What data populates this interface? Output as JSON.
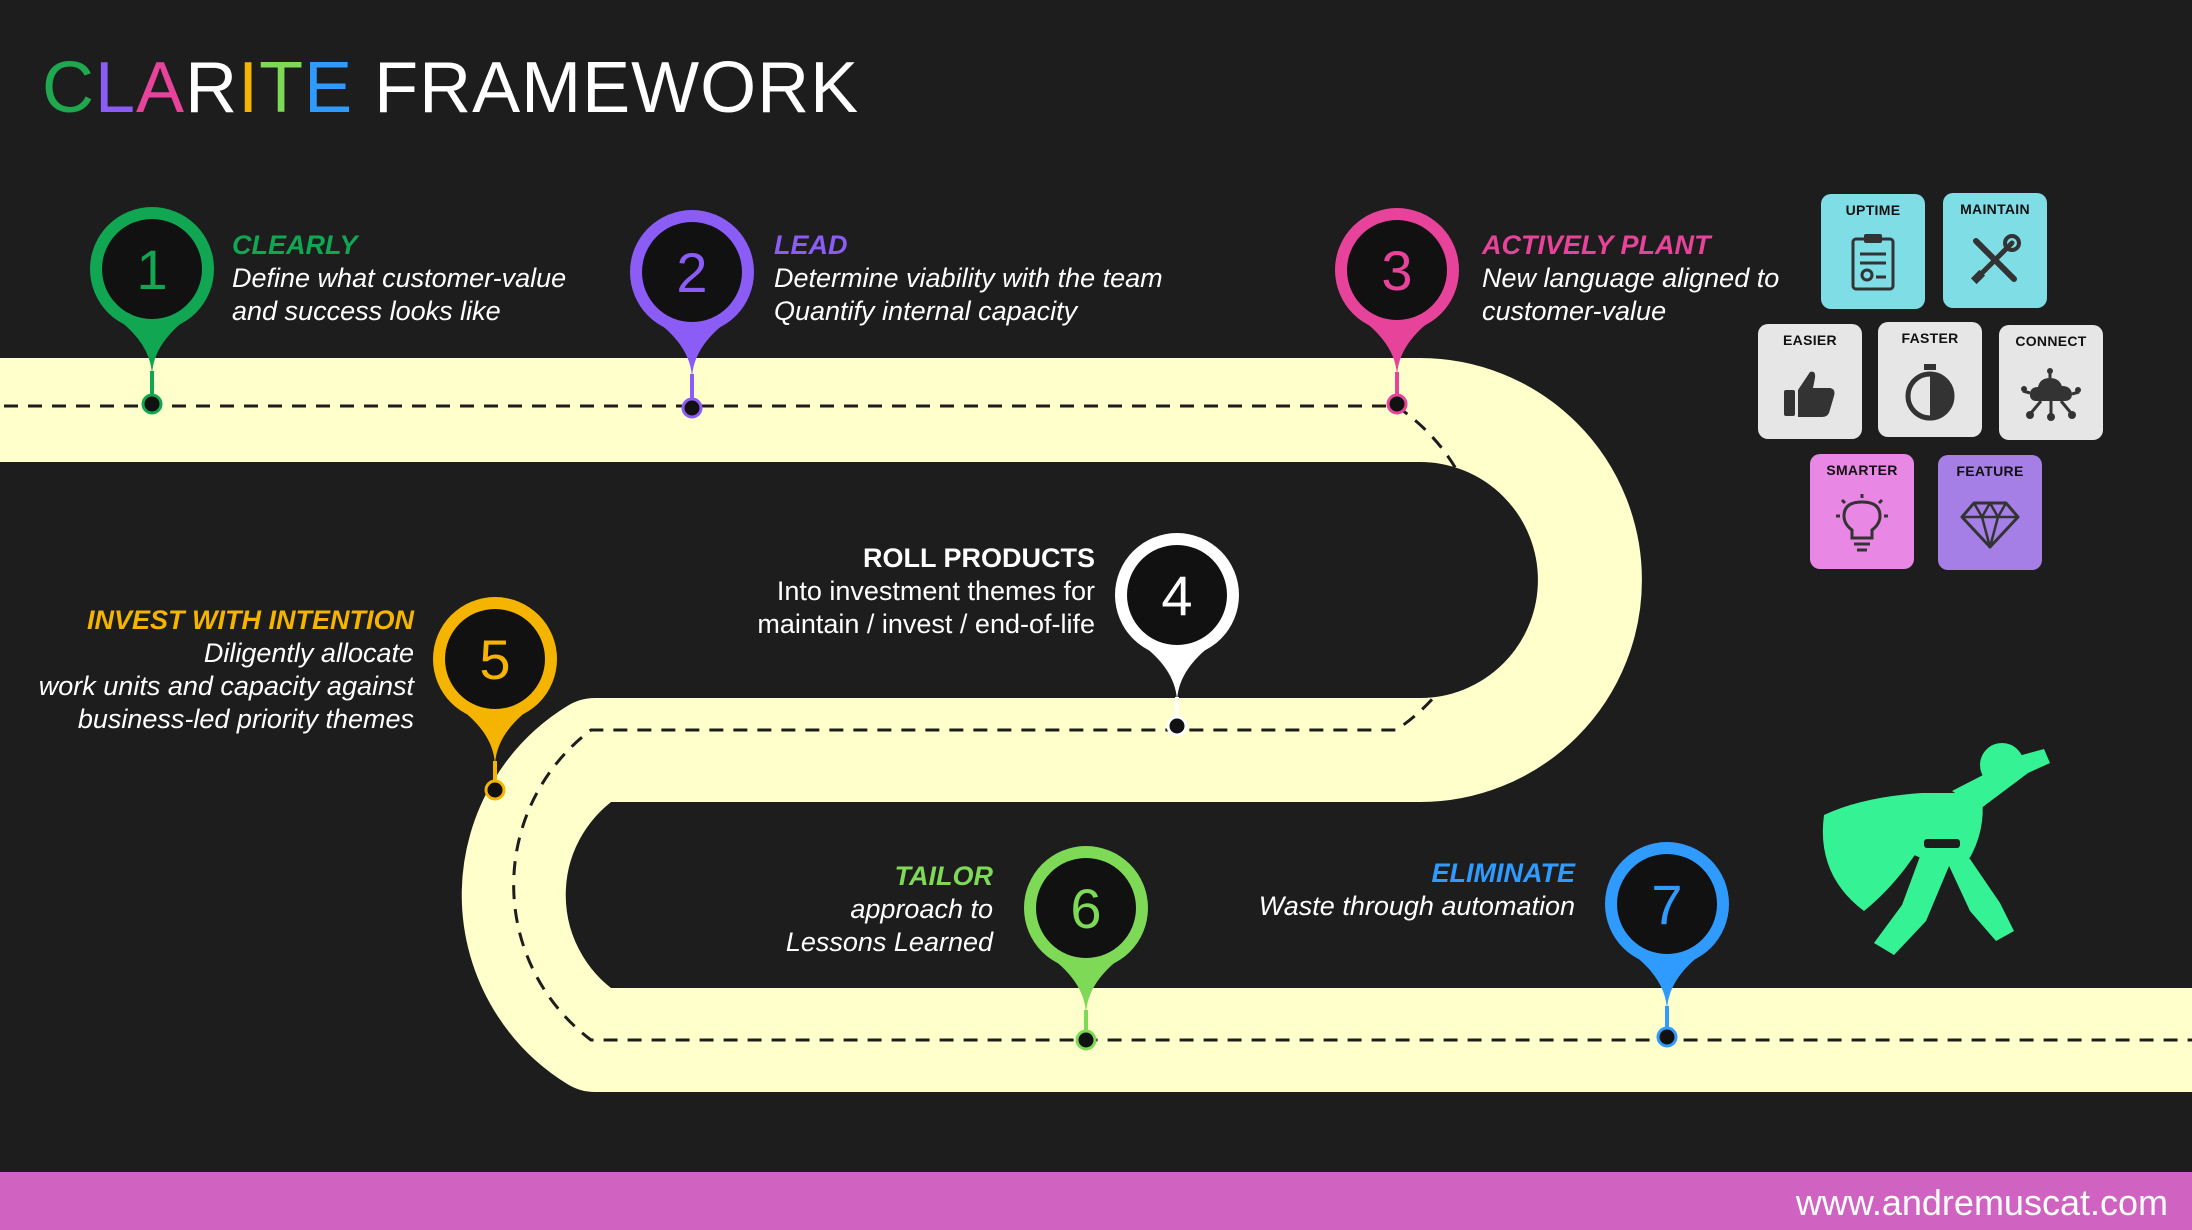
{
  "title": {
    "letters": [
      {
        "char": "C",
        "color": "#1fa84f"
      },
      {
        "char": "L",
        "color": "#8b5cf6"
      },
      {
        "char": "A",
        "color": "#e8439a"
      },
      {
        "char": "R",
        "color": "#ffffff"
      },
      {
        "char": "I",
        "color": "#f4b400"
      },
      {
        "char": "T",
        "color": "#7ed957"
      },
      {
        "char": "E",
        "color": "#2f9bff"
      }
    ],
    "rest": " FRAMEWORK"
  },
  "milestones": [
    {
      "number": "1",
      "heading": "CLEARLY",
      "lines": [
        "Define what customer-value",
        "and success looks like"
      ],
      "color": "#11a651"
    },
    {
      "number": "2",
      "heading": "LEAD",
      "lines": [
        "Determine viability with the team",
        "Quantify internal capacity"
      ],
      "color": "#8b5cf6"
    },
    {
      "number": "3",
      "heading": "ACTIVELY PLANT",
      "lines": [
        "New language aligned to",
        "customer-value"
      ],
      "color": "#e8439a"
    },
    {
      "number": "4",
      "heading": "ROLL PRODUCTS",
      "lines": [
        "Into investment themes for",
        "maintain / invest / end-of-life"
      ],
      "color": "#ffffff"
    },
    {
      "number": "5",
      "heading": "INVEST WITH INTENTION",
      "lines": [
        "Diligently allocate",
        "work units and capacity against",
        "business-led priority themes"
      ],
      "color": "#f4b400"
    },
    {
      "number": "6",
      "heading": "TAILOR",
      "lines": [
        "approach to",
        "Lessons Learned"
      ],
      "color": "#7ed957"
    },
    {
      "number": "7",
      "heading": "ELIMINATE",
      "lines": [
        "Waste through automation"
      ],
      "color": "#2f9bff"
    }
  ],
  "tiles": [
    {
      "label": "UPTIME",
      "icon": "clipboard-icon",
      "color": "#7fdde6"
    },
    {
      "label": "MAINTAIN",
      "icon": "tools-icon",
      "color": "#7fdde6"
    },
    {
      "label": "EASIER",
      "icon": "thumbs-up-icon",
      "color": "#e6e6e6"
    },
    {
      "label": "FASTER",
      "icon": "stopwatch-icon",
      "color": "#e6e6e6"
    },
    {
      "label": "CONNECT",
      "icon": "cloud-network-icon",
      "color": "#e6e6e6"
    },
    {
      "label": "SMARTER",
      "icon": "lightbulb-icon",
      "color": "#e887e4"
    },
    {
      "label": "FEATURE",
      "icon": "diamond-icon",
      "color": "#a57fe6"
    }
  ],
  "road": {
    "fill": "#ffffcc",
    "stroke": "#1d1d1d"
  },
  "hero": {
    "icon": "superhero-icon",
    "color": "#35f294"
  },
  "footer": {
    "url": "www.andremuscat.com",
    "color": "#d062c2"
  }
}
